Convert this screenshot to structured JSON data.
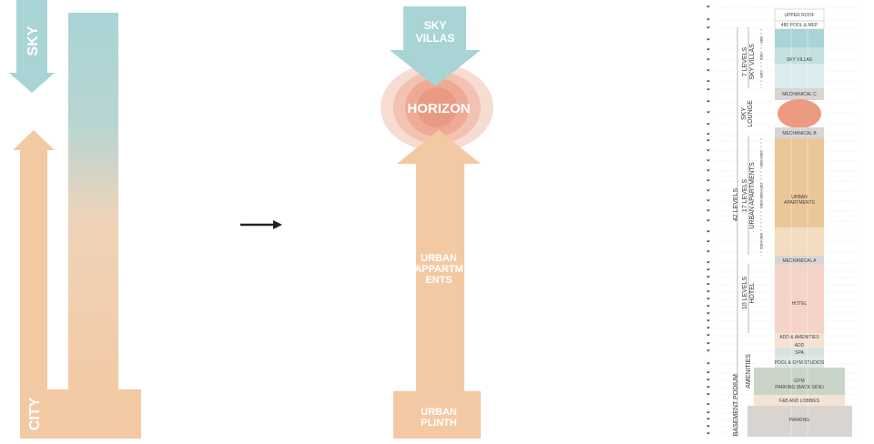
{
  "concept": {
    "sky": "SKY",
    "city": "CITY"
  },
  "result": {
    "sky_villas": [
      "SKY",
      "VILLAS"
    ],
    "horizon": "HORIZON",
    "urban_apartments": [
      "URBAN",
      "APPARTM",
      "ENTS"
    ],
    "urban_plinth": [
      "URBAN",
      "PLINTH"
    ]
  },
  "section": {
    "blocks": {
      "upper_roof": "UPPER ROOF",
      "pool_mep": "480 POOL & MEP",
      "sky_villas": "SKY VILLAS",
      "mech_c": "MECHANICAL C",
      "mech_b": "MECHANICAL B",
      "urban_apartments": [
        "URBAN",
        "APARTMENTS"
      ],
      "mech_a": "MECHANICAL A",
      "hotel": "HOTEL",
      "add_amenities": "ADD & AMENITIES",
      "add": "ADD",
      "spa": "SPA",
      "pool_gym": "POOL & GYM STUDIOS",
      "gym": "GYM",
      "parking_back": "PARKING (BACK SIDE)",
      "fb_lobbies": "F&B AND LOBBIES",
      "parking": "PARKING"
    },
    "zones": {
      "sky_villas_levels": "7 LEVELS",
      "sky_villas": "SKY VILLAS",
      "sky_lounge": [
        "SKY",
        "LOUNGE"
      ],
      "total_levels": "42 LEVELS",
      "apt_levels": "17 LEVELS",
      "urban_apartments": "URBAN APARTMENTS",
      "hotel_levels": "10 LEVELS",
      "hotel": "HOTEL",
      "podium": "PODIUM",
      "amenities": "AMENITIES",
      "basement": "BASEMENT"
    },
    "dimensions": {
      "d1": "480",
      "d2": "500",
      "d3": "480",
      "d4": "380+380",
      "d5": "380+380+480",
      "d6": "250+380"
    }
  },
  "colors": {
    "sky": "#a9d4d6",
    "city": "#f3c9a4",
    "horizon": "#e8907a",
    "apartments": "#ebc699",
    "hotel": "#f6d3c8",
    "podium": "#c9d5c8",
    "parking": "#d9d4d0",
    "mechanical": "#d8d5d3"
  }
}
